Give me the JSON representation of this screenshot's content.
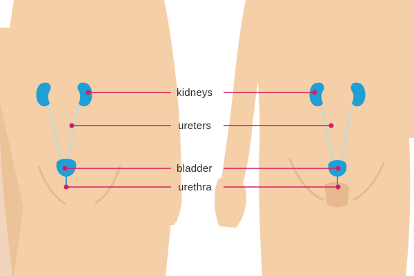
{
  "labels": {
    "kidneys": "kidneys",
    "ureters": "ureters",
    "bladder": "bladder",
    "urethra": "urethra"
  },
  "colors": {
    "background": "#ffffff",
    "skin": "#f4cfa8",
    "skin_shade": "#e6b98f",
    "organ": "#1e9fd6",
    "ureter": "#b9dde0",
    "pointer": "#d81b60",
    "label_text": "#2b2b2b"
  }
}
